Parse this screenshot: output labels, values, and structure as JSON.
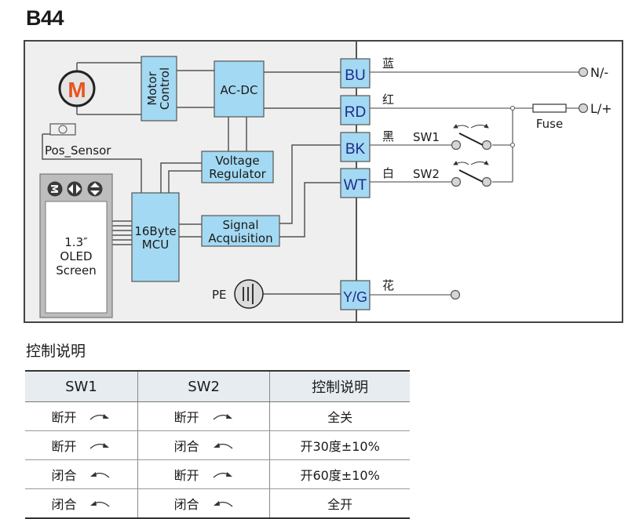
{
  "header": {
    "model": "B44"
  },
  "diagram": {
    "motor": {
      "glyph": "M",
      "color": "#e8541c"
    },
    "blocks": {
      "motor_control": "Motor\nControl",
      "motor_control_line1": "Motor",
      "motor_control_line2": "Control",
      "ac_dc": "AC-DC",
      "voltage_regulator_line1": "Voltage",
      "voltage_regulator_line2": "Regulator",
      "mcu_line1": "16Byte",
      "mcu_line2": "MCU",
      "signal_acq_line1": "Signal",
      "signal_acq_line2": "Acquisition"
    },
    "pos_sensor": "Pos_Sensor",
    "screen": {
      "line1": "1.3″",
      "line2": "OLED",
      "line3": "Screen",
      "buttons": [
        "M",
        "left-right",
        "up-down"
      ]
    },
    "pe_label": "PE",
    "terminals": [
      {
        "code": "BU",
        "color_cn": "蓝"
      },
      {
        "code": "RD",
        "color_cn": "红"
      },
      {
        "code": "BK",
        "color_cn": "黑"
      },
      {
        "code": "WT",
        "color_cn": "白"
      },
      {
        "code": "Y/G",
        "color_cn": "花"
      }
    ],
    "switches": {
      "sw1": "SW1",
      "sw2": "SW2"
    },
    "fuse_label": "Fuse",
    "outputs": {
      "neutral": "N/-",
      "live": "L/+"
    },
    "colors": {
      "block_fill": "#a3d9f2",
      "panel_fill": "#efefef",
      "terminal_text": "#1e2a8c"
    }
  },
  "control": {
    "title": "控制说明",
    "headers": [
      "SW1",
      "SW2",
      "控制说明"
    ],
    "rows": [
      {
        "sw1": "断开",
        "sw1_arrow": "right",
        "sw2": "断开",
        "sw2_arrow": "right",
        "desc": "全关"
      },
      {
        "sw1": "断开",
        "sw1_arrow": "right",
        "sw2": "闭合",
        "sw2_arrow": "left",
        "desc": "开30度±10%"
      },
      {
        "sw1": "闭合",
        "sw1_arrow": "left",
        "sw2": "断开",
        "sw2_arrow": "right",
        "desc": "开60度±10%"
      },
      {
        "sw1": "闭合",
        "sw1_arrow": "left",
        "sw2": "闭合",
        "sw2_arrow": "left",
        "desc": "全开"
      }
    ]
  }
}
